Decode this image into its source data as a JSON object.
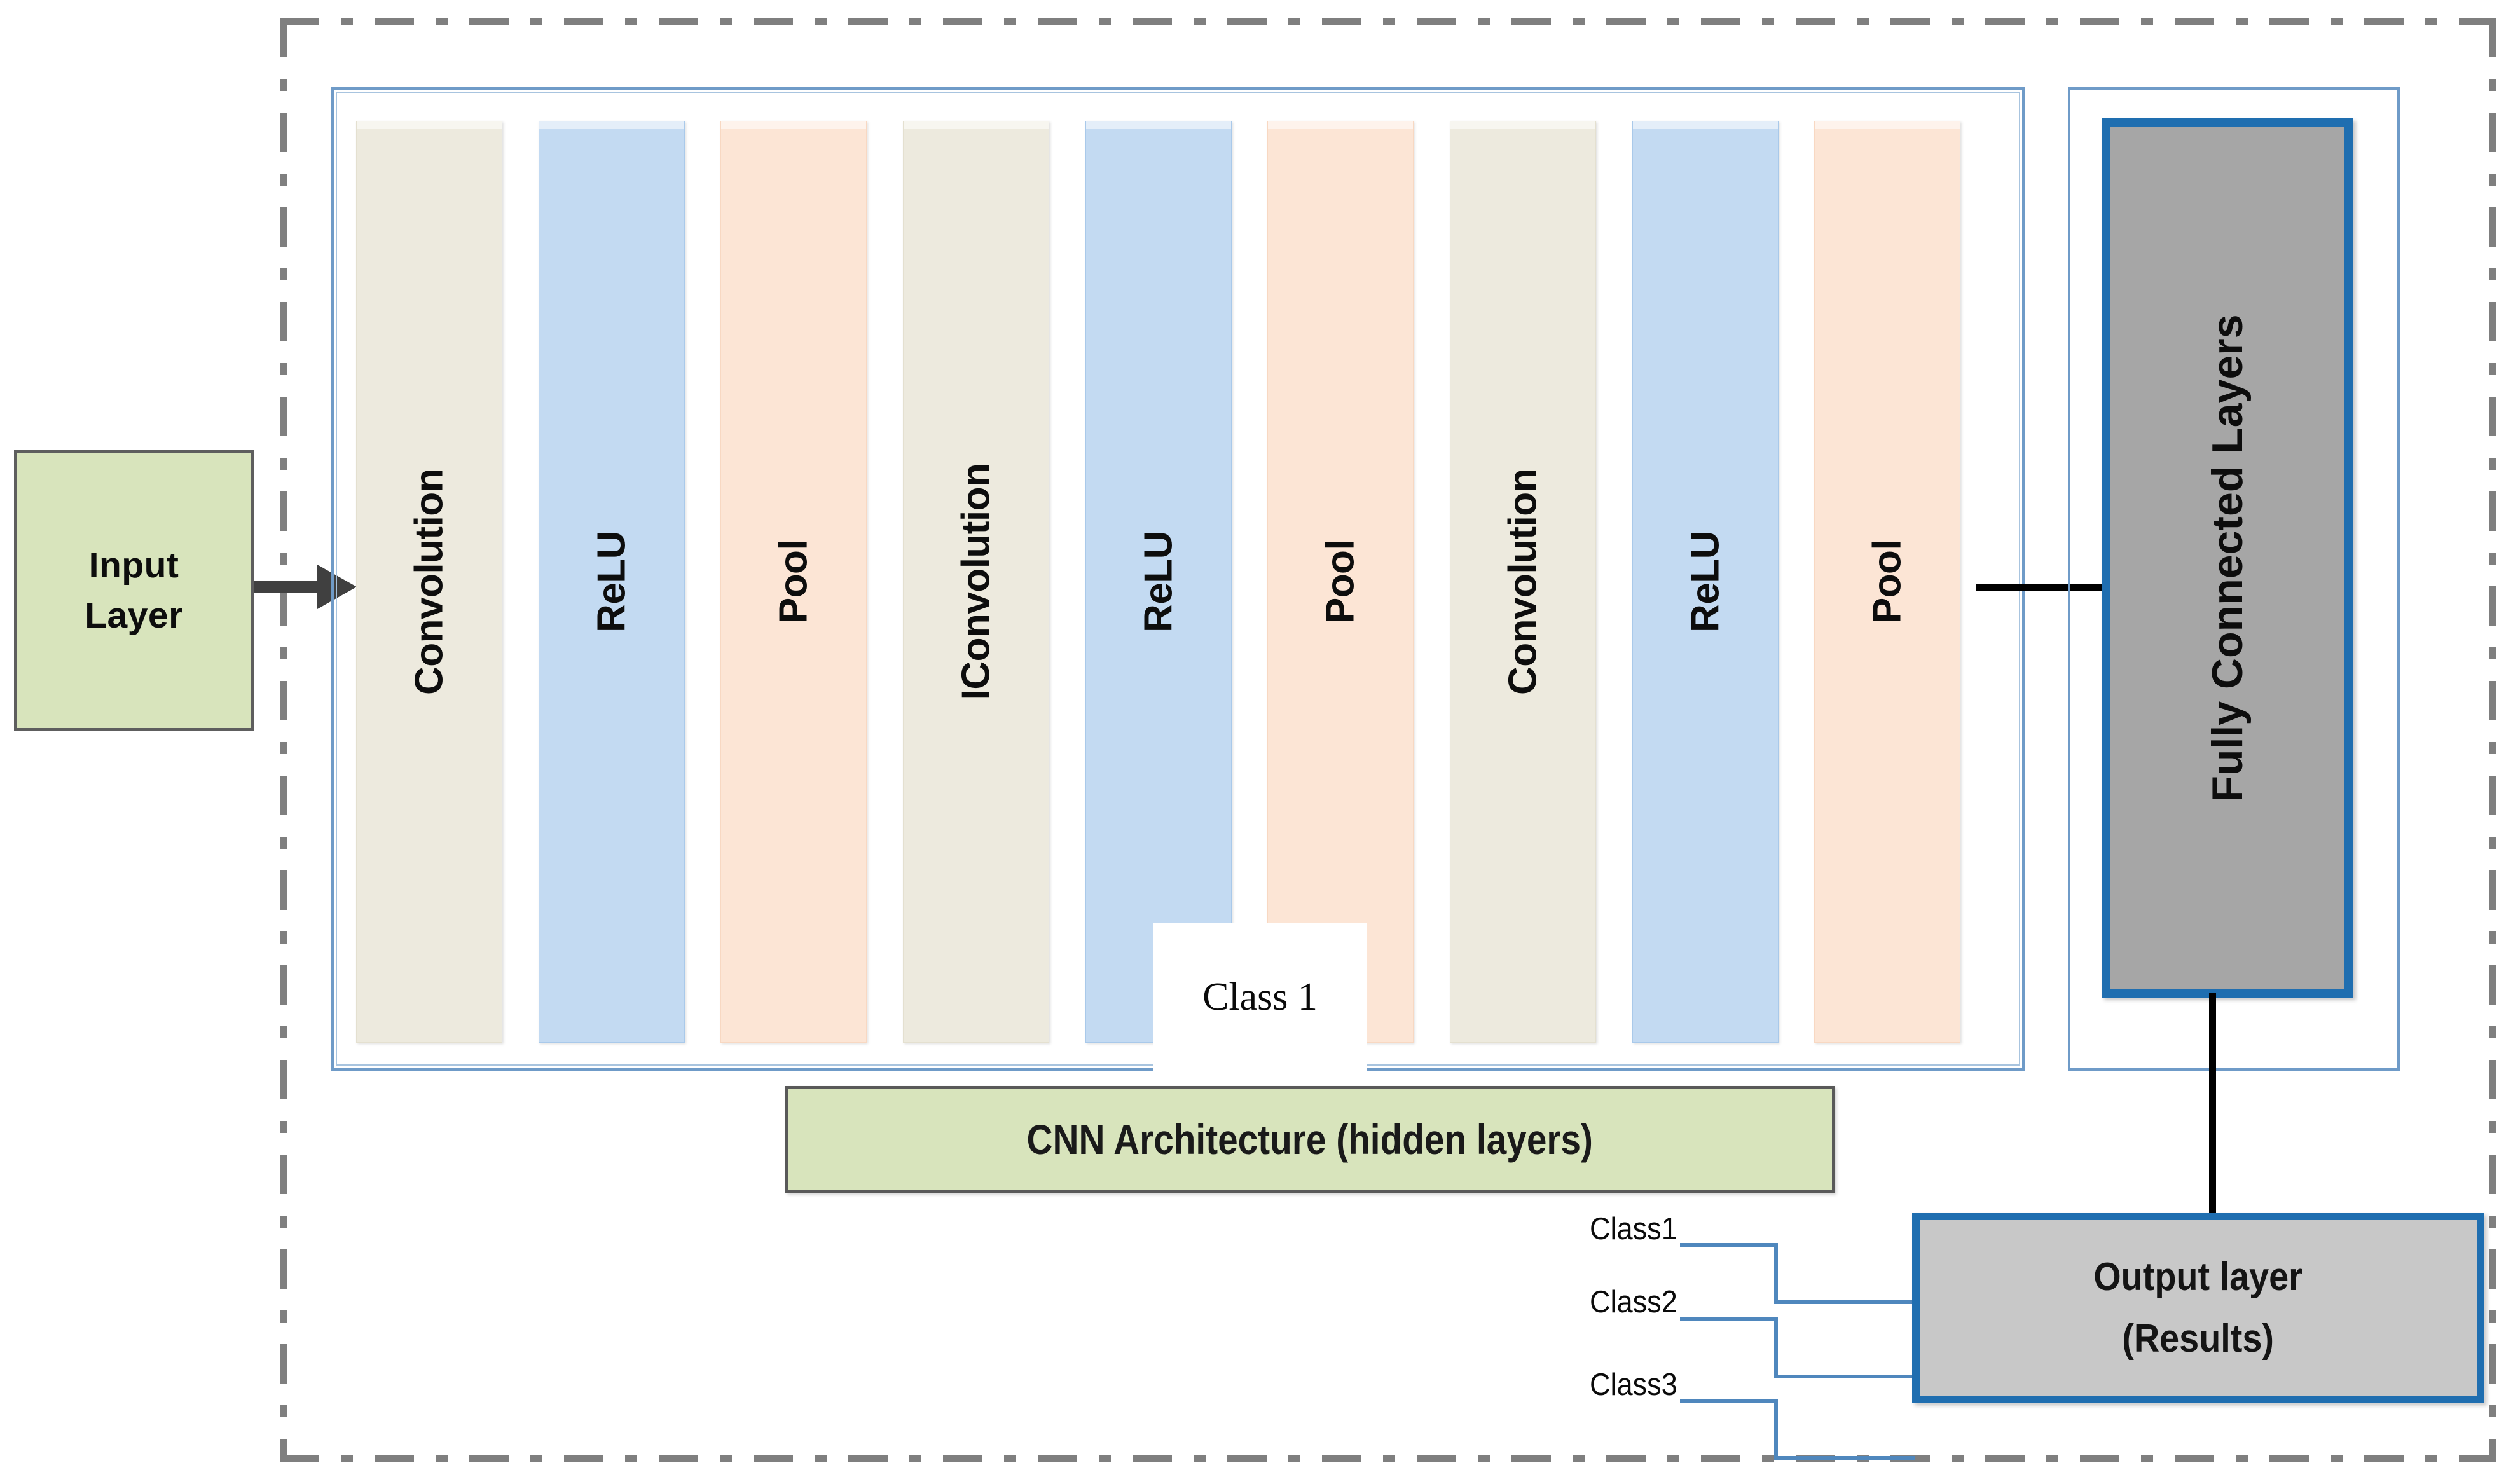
{
  "diagram": {
    "title": "CNN Architecture Diagram",
    "input": {
      "line1": "Input",
      "line2": "Layer"
    },
    "cnn_caption": "CNN Architecture (hidden layers)",
    "overlay": {
      "label": "Class 1"
    },
    "layers": [
      {
        "label": "Convolution",
        "type": "conv"
      },
      {
        "label": "ReLU",
        "type": "relu"
      },
      {
        "label": "Pool",
        "type": "pool"
      },
      {
        "label": "IConvolution",
        "type": "conv"
      },
      {
        "label": "ReLU",
        "type": "relu"
      },
      {
        "label": "Pool",
        "type": "pool"
      },
      {
        "label": "Convolution",
        "type": "conv"
      },
      {
        "label": "ReLU",
        "type": "relu"
      },
      {
        "label": "Pool",
        "type": "pool"
      }
    ],
    "fully_connected": {
      "label": "Fully Connected Layers"
    },
    "output": {
      "line1": "Output layer",
      "line2": "(Results)"
    },
    "classes": [
      {
        "label": "Class1"
      },
      {
        "label": "Class2"
      },
      {
        "label": "Class3"
      }
    ],
    "colors": {
      "conv_fill": "#edeade",
      "relu_fill": "#c3daf2",
      "pool_fill": "#fce5d5",
      "green_fill": "#d8e4bc",
      "gray_fill": "#a6a6a6",
      "output_fill": "#c8c8c8",
      "blue_border": "#1f6eb0",
      "container_border": "#6f9bc8",
      "frame_dash": "#7f7f7f",
      "wire": "#4f87bd",
      "arrow": "#404040"
    }
  }
}
